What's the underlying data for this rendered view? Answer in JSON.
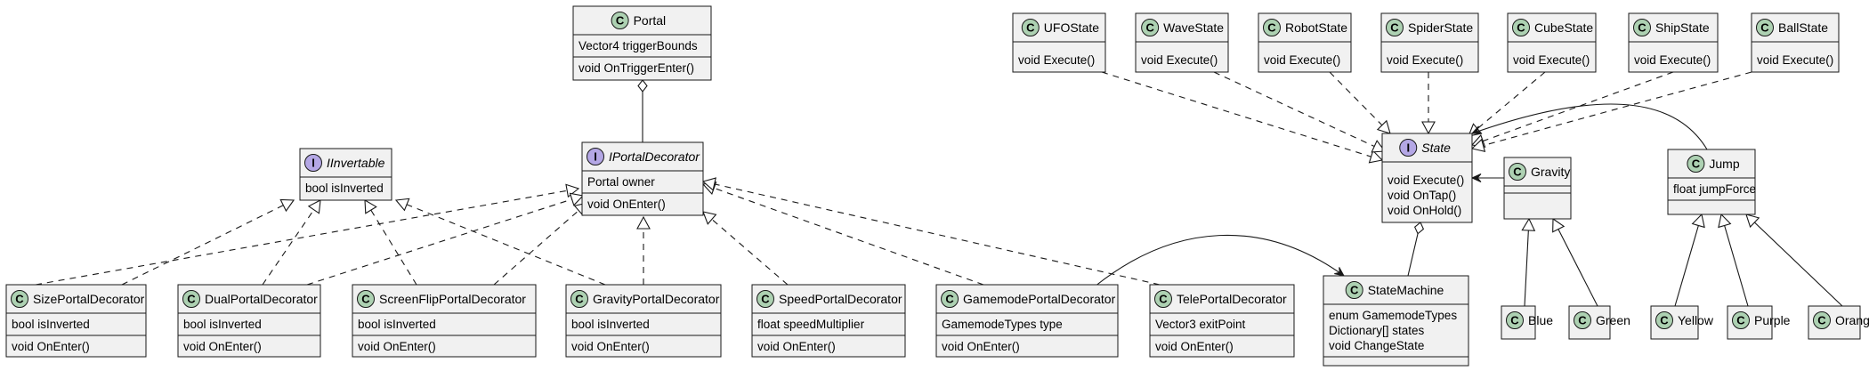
{
  "diagram": {
    "classes": [
      {
        "id": "portal",
        "name": "Portal",
        "kind": "class",
        "fields": [
          "Vector4 triggerBounds"
        ],
        "methods": [
          "void OnTriggerEnter()"
        ]
      },
      {
        "id": "iportaldecorator",
        "name": "IPortalDecorator",
        "kind": "interface",
        "fields": [
          "Portal owner"
        ],
        "methods": [
          "void OnEnter()"
        ]
      },
      {
        "id": "iinvertable",
        "name": "IInvertable",
        "kind": "interface",
        "fields": [
          "bool isInverted"
        ],
        "methods": []
      },
      {
        "id": "sizeportal",
        "name": "SizePortalDecorator",
        "kind": "class",
        "fields": [
          "bool isInverted"
        ],
        "methods": [
          "void OnEnter()"
        ]
      },
      {
        "id": "dualportal",
        "name": "DualPortalDecorator",
        "kind": "class",
        "fields": [
          "bool isInverted"
        ],
        "methods": [
          "void OnEnter()"
        ]
      },
      {
        "id": "screenflip",
        "name": "ScreenFlipPortalDecorator",
        "kind": "class",
        "fields": [
          "bool isInverted"
        ],
        "methods": [
          "void OnEnter()"
        ]
      },
      {
        "id": "gravityportal",
        "name": "GravityPortalDecorator",
        "kind": "class",
        "fields": [
          "bool isInverted"
        ],
        "methods": [
          "void OnEnter()"
        ]
      },
      {
        "id": "speedportal",
        "name": "SpeedPortalDecorator",
        "kind": "class",
        "fields": [
          "float speedMultiplier"
        ],
        "methods": [
          "void OnEnter()"
        ]
      },
      {
        "id": "gamemodeportal",
        "name": "GamemodePortalDecorator",
        "kind": "class",
        "fields": [
          "GamemodeTypes type"
        ],
        "methods": [
          "void OnEnter()"
        ]
      },
      {
        "id": "teleportal",
        "name": "TelePortalDecorator",
        "kind": "class",
        "fields": [
          "Vector3 exitPoint"
        ],
        "methods": [
          "void OnEnter()"
        ]
      },
      {
        "id": "statemachine",
        "name": "StateMachine",
        "kind": "class",
        "fields": [
          "enum GamemodeTypes",
          "Dictionary[] states",
          "void ChangeState"
        ],
        "methods": []
      },
      {
        "id": "state",
        "name": "State",
        "kind": "interface",
        "fields": [],
        "methods": [
          "void Execute()",
          "void OnTap()",
          "void OnHold()"
        ]
      },
      {
        "id": "ufostate",
        "name": "UFOState",
        "kind": "class",
        "fields": [],
        "methods": [
          "void Execute()"
        ]
      },
      {
        "id": "wavestate",
        "name": "WaveState",
        "kind": "class",
        "fields": [],
        "methods": [
          "void Execute()"
        ]
      },
      {
        "id": "robotstate",
        "name": "RobotState",
        "kind": "class",
        "fields": [],
        "methods": [
          "void Execute()"
        ]
      },
      {
        "id": "spiderstate",
        "name": "SpiderState",
        "kind": "class",
        "fields": [],
        "methods": [
          "void Execute()"
        ]
      },
      {
        "id": "cubestate",
        "name": "CubeState",
        "kind": "class",
        "fields": [],
        "methods": [
          "void Execute()"
        ]
      },
      {
        "id": "shipstate",
        "name": "ShipState",
        "kind": "class",
        "fields": [],
        "methods": [
          "void Execute()"
        ]
      },
      {
        "id": "ballstate",
        "name": "BallState",
        "kind": "class",
        "fields": [],
        "methods": [
          "void Execute()"
        ]
      },
      {
        "id": "gravity",
        "name": "Gravity",
        "kind": "class",
        "fields": [],
        "methods": []
      },
      {
        "id": "jump",
        "name": "Jump",
        "kind": "class",
        "fields": [
          "float jumpForce"
        ],
        "methods": []
      },
      {
        "id": "blue",
        "name": "Blue",
        "kind": "class",
        "fields": [],
        "methods": []
      },
      {
        "id": "green",
        "name": "Green",
        "kind": "class",
        "fields": [],
        "methods": []
      },
      {
        "id": "yellow",
        "name": "Yellow",
        "kind": "class",
        "fields": [],
        "methods": []
      },
      {
        "id": "purple",
        "name": "Purple",
        "kind": "class",
        "fields": [],
        "methods": []
      },
      {
        "id": "orange",
        "name": "Orange",
        "kind": "class",
        "fields": [],
        "methods": []
      }
    ],
    "relations": [
      {
        "from": "portal",
        "to": "iportaldecorator",
        "type": "aggregation"
      },
      {
        "from": "sizeportal",
        "to": "iinvertable",
        "type": "realization"
      },
      {
        "from": "dualportal",
        "to": "iinvertable",
        "type": "realization"
      },
      {
        "from": "screenflip",
        "to": "iinvertable",
        "type": "realization"
      },
      {
        "from": "gravityportal",
        "to": "iinvertable",
        "type": "realization"
      },
      {
        "from": "sizeportal",
        "to": "iportaldecorator",
        "type": "realization"
      },
      {
        "from": "dualportal",
        "to": "iportaldecorator",
        "type": "realization"
      },
      {
        "from": "screenflip",
        "to": "iportaldecorator",
        "type": "realization"
      },
      {
        "from": "gravityportal",
        "to": "iportaldecorator",
        "type": "realization"
      },
      {
        "from": "speedportal",
        "to": "iportaldecorator",
        "type": "realization"
      },
      {
        "from": "gamemodeportal",
        "to": "iportaldecorator",
        "type": "realization"
      },
      {
        "from": "teleportal",
        "to": "iportaldecorator",
        "type": "realization"
      },
      {
        "from": "gamemodeportal",
        "to": "statemachine",
        "type": "association"
      },
      {
        "from": "state",
        "to": "statemachine",
        "type": "aggregation"
      },
      {
        "from": "ufostate",
        "to": "state",
        "type": "realization"
      },
      {
        "from": "wavestate",
        "to": "state",
        "type": "realization"
      },
      {
        "from": "robotstate",
        "to": "state",
        "type": "realization"
      },
      {
        "from": "spiderstate",
        "to": "state",
        "type": "realization"
      },
      {
        "from": "cubestate",
        "to": "state",
        "type": "realization"
      },
      {
        "from": "shipstate",
        "to": "state",
        "type": "realization"
      },
      {
        "from": "ballstate",
        "to": "state",
        "type": "realization"
      },
      {
        "from": "gravity",
        "to": "state",
        "type": "association"
      },
      {
        "from": "jump",
        "to": "state",
        "type": "association"
      },
      {
        "from": "blue",
        "to": "gravity",
        "type": "inheritance"
      },
      {
        "from": "green",
        "to": "gravity",
        "type": "inheritance"
      },
      {
        "from": "yellow",
        "to": "jump",
        "type": "inheritance"
      },
      {
        "from": "purple",
        "to": "jump",
        "type": "inheritance"
      },
      {
        "from": "orange",
        "to": "jump",
        "type": "inheritance"
      }
    ]
  }
}
